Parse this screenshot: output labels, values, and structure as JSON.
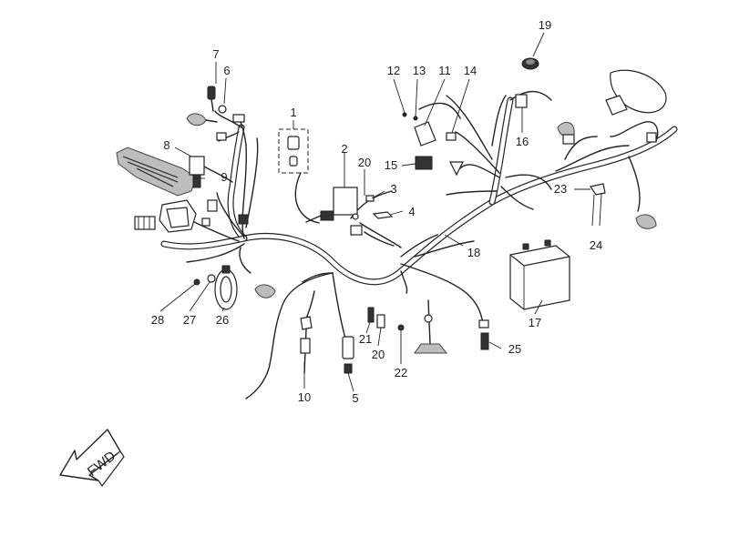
{
  "diagram": {
    "callouts": [
      "1",
      "2",
      "3",
      "4",
      "5",
      "6",
      "7",
      "8",
      "9",
      "10",
      "11",
      "12",
      "13",
      "14",
      "15",
      "16",
      "17",
      "18",
      "19",
      "20",
      "20",
      "21",
      "22",
      "23",
      "24",
      "25",
      "26",
      "27",
      "28"
    ],
    "forward_arrow": "FWD"
  }
}
